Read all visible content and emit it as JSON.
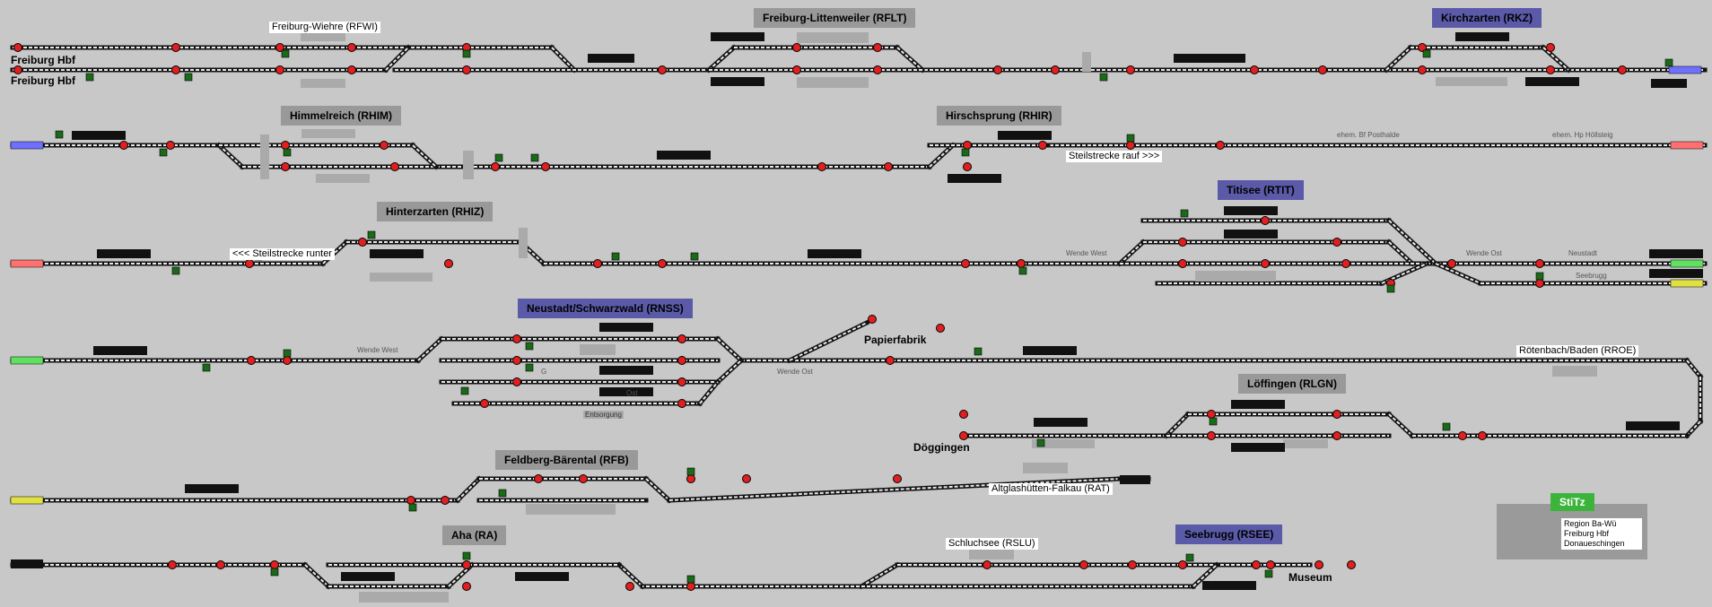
{
  "stations": [
    {
      "id": "rflt",
      "label": "Freiburg-Littenweiler (RFLT)",
      "style": "grey"
    },
    {
      "id": "rkz",
      "label": "Kirchzarten (RKZ)",
      "style": "blue"
    },
    {
      "id": "rhim",
      "label": "Himmelreich (RHIM)",
      "style": "grey"
    },
    {
      "id": "rhir",
      "label": "Hirschsprung (RHIR)",
      "style": "grey"
    },
    {
      "id": "rhiz",
      "label": "Hinterzarten (RHIZ)",
      "style": "grey"
    },
    {
      "id": "rtit",
      "label": "Titisee (RTIT)",
      "style": "blue"
    },
    {
      "id": "rnss",
      "label": "Neustadt/Schwarzwald (RNSS)",
      "style": "blue"
    },
    {
      "id": "rlgn",
      "label": "Löffingen (RLGN)",
      "style": "grey"
    },
    {
      "id": "rfb",
      "label": "Feldberg-Bärental (RFB)",
      "style": "grey"
    },
    {
      "id": "ra",
      "label": "Aha (RA)",
      "style": "grey"
    },
    {
      "id": "rsee",
      "label": "Seebrugg (RSEE)",
      "style": "blue"
    },
    {
      "id": "stitz",
      "label": "StiTz",
      "style": "green"
    }
  ],
  "places": {
    "rfwi": "Freiburg-Wiehre (RFWI)",
    "freiburg_hbf_1": "Freiburg Hbf",
    "freiburg_hbf_2": "Freiburg Hbf",
    "steil_rauf": "Steilstrecke rauf >>>",
    "steil_runter": "<<< Steilstrecke runter",
    "papierfabrik": "Papierfabrik",
    "rroe": "Rötenbach/Baden (RROE)",
    "doeggingen": "Döggingen",
    "rat": "Altglashütten-Falkau (RAT)",
    "rslu": "Schluchsee (RSLU)",
    "museum": "Museum",
    "ehem_posthalde": "ehem. Bf Posthalde",
    "ehem_hoellsteig": "ehem. Hp Höllsteig",
    "wende_west_1": "Wende West",
    "wende_west_2": "Wende West",
    "wende_ost_1": "Wende Ost",
    "wende_ost_2": "Wende Ost",
    "neustadt": "Neustadt",
    "seebrugg": "Seebrugg",
    "entsorgung": "Entsorgung",
    "g_label": "G",
    "ost_label": "Ost"
  },
  "legend": {
    "items": [
      "Region Ba-Wü",
      "Freiburg Hbf",
      "Donaueschingen"
    ]
  },
  "colors": {
    "background": "#c8c8c8",
    "track": "#000000",
    "rail_light": "#e8e8e8",
    "signal_red": "#e02020",
    "signal_green": "#1a6a1a",
    "block_dark": "#111111",
    "label_grey": "#999999",
    "label_blue": "#5a5aa8",
    "label_green": "#3cb43c",
    "edge_blue": "#7070ff",
    "edge_red": "#ff7070",
    "edge_green": "#60e060",
    "edge_yellow": "#e0e040"
  }
}
